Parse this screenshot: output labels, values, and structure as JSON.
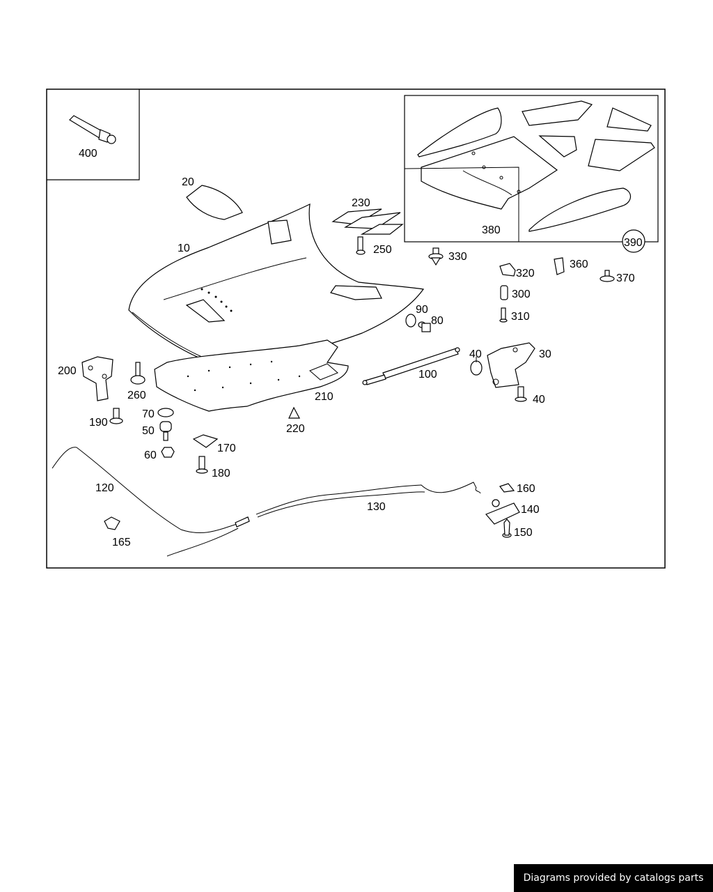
{
  "labels": {
    "p10": "10",
    "p20": "20",
    "p30": "30",
    "p40a": "40",
    "p40b": "40",
    "p50": "50",
    "p60": "60",
    "p70": "70",
    "p80": "80",
    "p90": "90",
    "p100": "100",
    "p120": "120",
    "p130": "130",
    "p140": "140",
    "p150": "150",
    "p160": "160",
    "p165": "165",
    "p170": "170",
    "p180": "180",
    "p190": "190",
    "p200": "200",
    "p210": "210",
    "p220": "220",
    "p230": "230",
    "p250": "250",
    "p260": "260",
    "p300": "300",
    "p310": "310",
    "p320": "320",
    "p330": "330",
    "p360": "360",
    "p370": "370",
    "p380": "380",
    "p390": "390",
    "p400": "400"
  },
  "footer": {
    "text": "Diagrams provided by catalogs parts"
  }
}
